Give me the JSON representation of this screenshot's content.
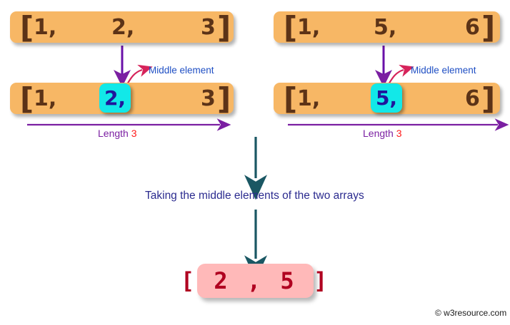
{
  "diagram": {
    "title": "Taking the middle elements of the two arrays",
    "colors": {
      "array_box": "#F7B765",
      "array_text": "#5C3317",
      "highlight_box": "#12E8E8",
      "highlight_text": "#20159B",
      "result_box": "#FFB9B9",
      "result_text": "#B00020",
      "purple_arrow": "#7B1FA2",
      "teal_arrow": "#1A5763",
      "red_curve": "#D6235A",
      "label_blue": "#1F4FC4",
      "length_number": "#FF1A1A"
    }
  },
  "left": {
    "input_array": {
      "open_bracket": "[",
      "close_bracket": "]",
      "elements": [
        "1,",
        "2,",
        "3"
      ]
    },
    "highlighted_array": {
      "open_bracket": "[",
      "close_bracket": "]",
      "first": "1,",
      "middle": "2,",
      "last": "3"
    },
    "middle_label": "Middle element",
    "length_label": "Length ",
    "length_value": "3"
  },
  "right": {
    "input_array": {
      "open_bracket": "[",
      "close_bracket": "]",
      "elements": [
        "1,",
        "5,",
        "6"
      ]
    },
    "highlighted_array": {
      "open_bracket": "[",
      "close_bracket": "]",
      "first": "1,",
      "middle": "5,",
      "last": "6"
    },
    "middle_label": "Middle element",
    "length_label": "Length ",
    "length_value": "3"
  },
  "center": {
    "caption": "Taking the middle elements of the two arrays"
  },
  "result": {
    "text": "[ 2 , 5 ]"
  },
  "footer": {
    "watermark": "© w3resource.com"
  }
}
